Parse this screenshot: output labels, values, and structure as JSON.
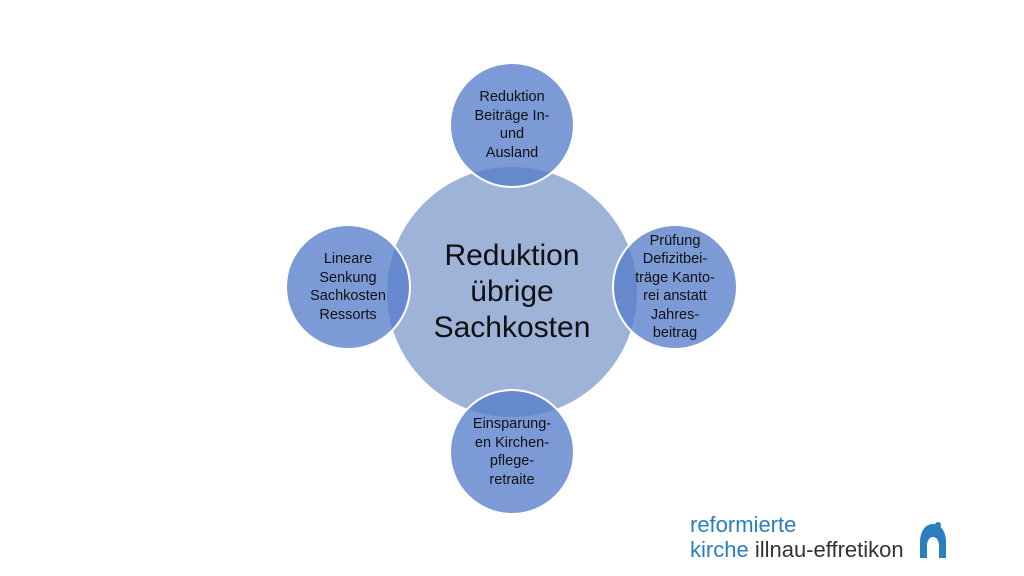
{
  "diagram": {
    "center": "Reduktion\nübrige\nSachkosten",
    "top": "Reduktion\nBeiträge In-\nund\nAusland",
    "right": "Prüfung\nDefizitbei-\nträge Kanto-\nrei anstatt\nJahres-\nbeitrag",
    "bottom": "Einsparung-\nen Kirchen-\npflege-\nretraite",
    "left": "Lineare\nSenkung\nSachkosten\nRessorts"
  },
  "logo": {
    "line1": "reformierte",
    "line2_part1": "kirche",
    "line2_part2": "illnau-effretikon",
    "icon": "church-logo-icon"
  },
  "colors": {
    "center_fill": "#9eb3d8",
    "satellite_fill": "#567eca",
    "logo_blue": "#2b7fbf",
    "logo_gray": "#333333"
  }
}
